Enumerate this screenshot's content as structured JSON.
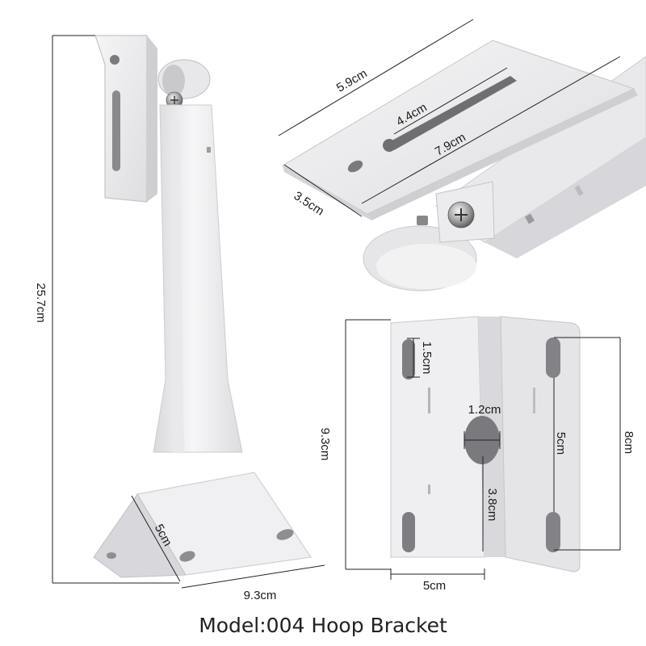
{
  "dimensions": {
    "overall_height": "25.7cm",
    "base_width": "9.3cm",
    "base_depth": "5cm",
    "plate_width": "5.9cm",
    "plate_slot": "4.4cm",
    "plate_length": "7.9cm",
    "plate_depth": "3.5cm",
    "angle_slot_top": "1.5cm",
    "angle_hole": "1.2cm",
    "angle_height": "9.3cm",
    "angle_slot_gap": "5cm",
    "angle_slot_span": "8cm",
    "angle_hole_drop": "3.8cm",
    "angle_width": "5cm"
  },
  "caption": "Model:004 Hoop Bracket"
}
